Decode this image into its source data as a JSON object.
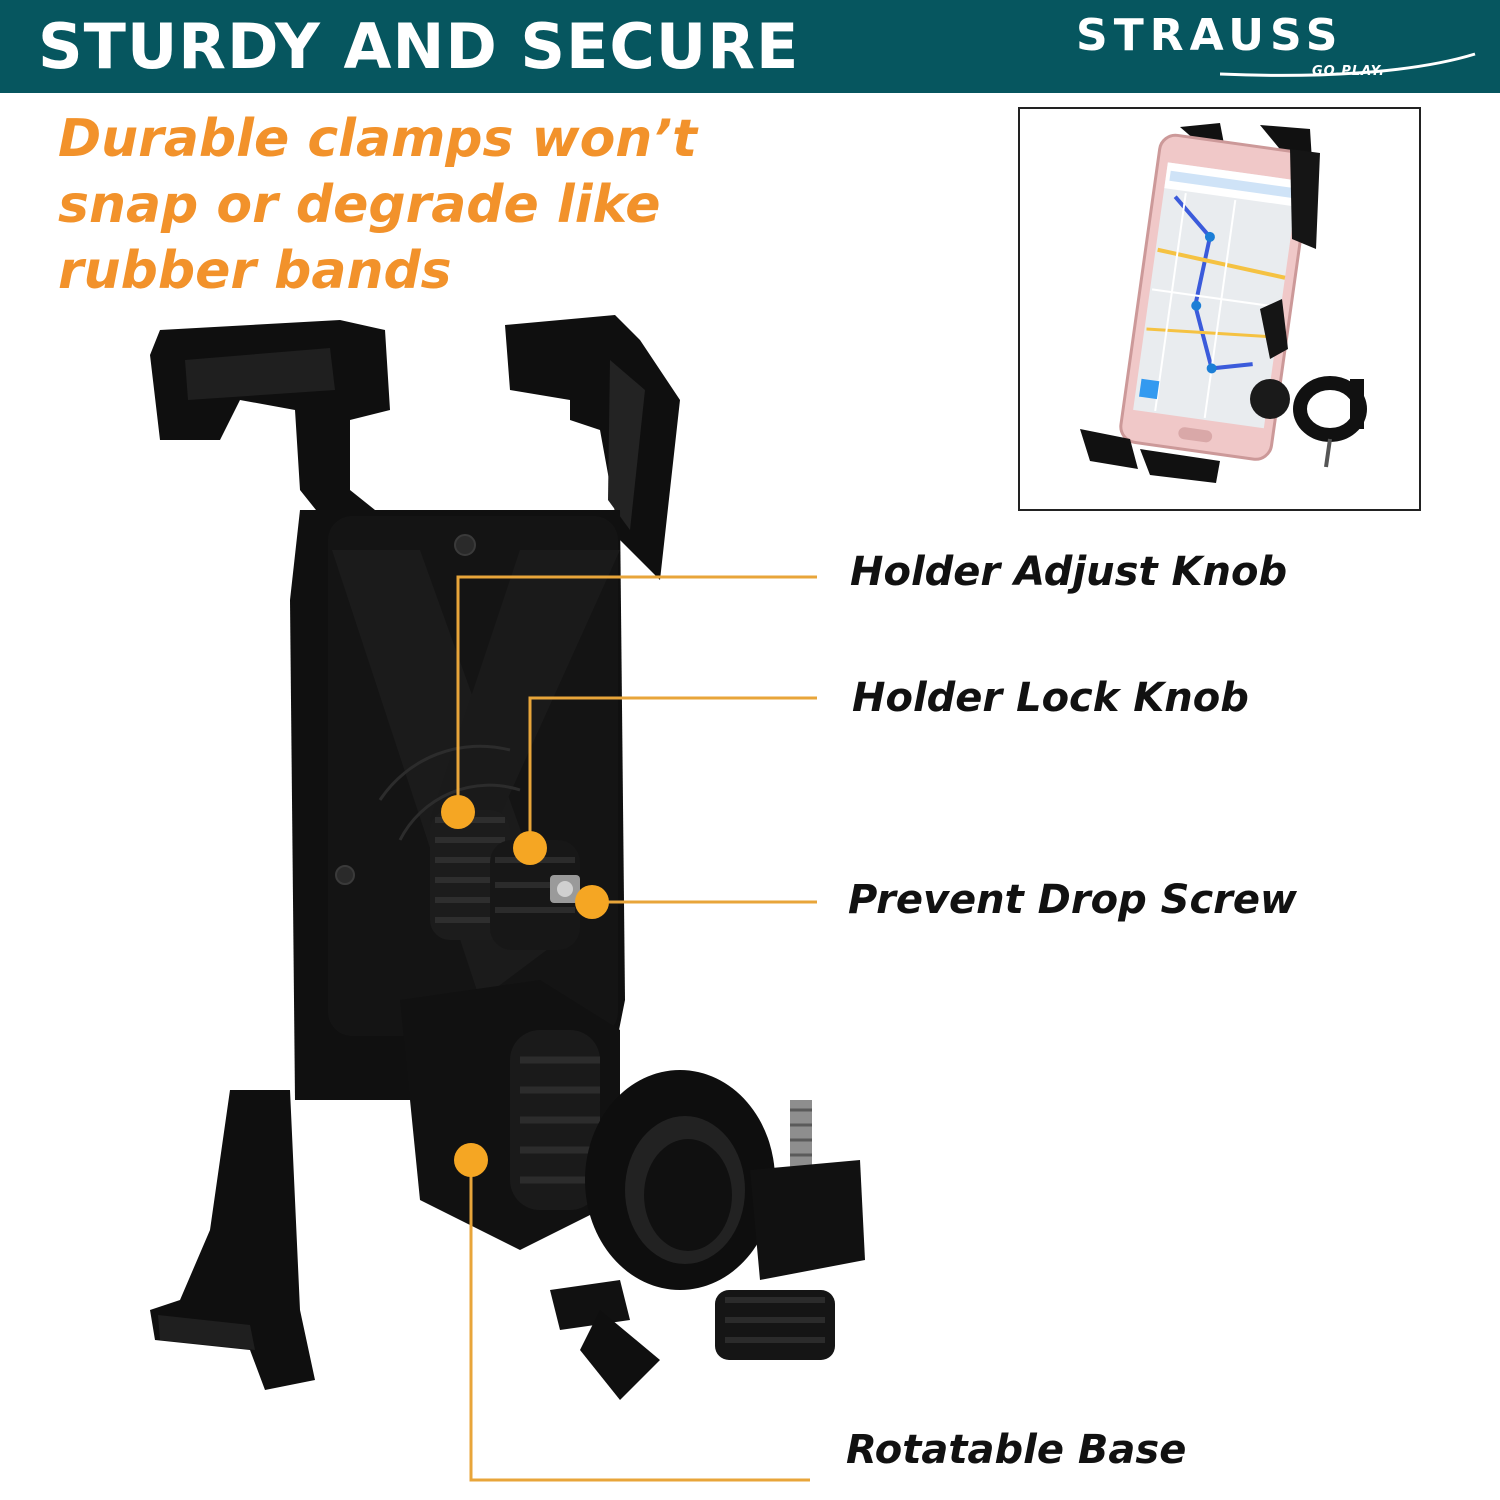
{
  "header": {
    "title": "STURDY AND SECURE",
    "bg_color": "#06565f"
  },
  "brand": {
    "name": "STRAUSS",
    "tagline": "GO.PLAY."
  },
  "headline": {
    "text": "Durable clamps won’t snap or degrade like rubber bands",
    "color": "#f2922b"
  },
  "callouts": [
    {
      "label": "Holder Adjust Knob"
    },
    {
      "label": "Holder Lock Knob"
    },
    {
      "label": "Prevent Drop Screw"
    },
    {
      "label": "Rotatable Base"
    }
  ],
  "colors": {
    "callout_dot": "#f5a623",
    "callout_line": "#e8a53a",
    "product": "#0d0d0d"
  }
}
